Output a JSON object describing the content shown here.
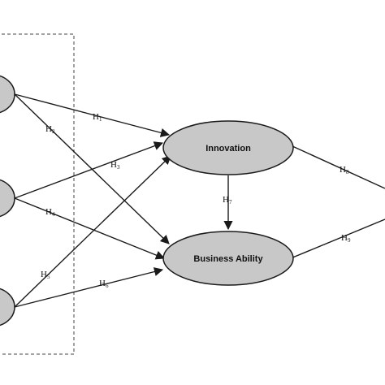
{
  "nodes": {
    "innovation": {
      "label": "Innovation"
    },
    "business_ability": {
      "label": "Business Ability"
    }
  },
  "hypotheses": [
    {
      "id": "h1",
      "letter": "H",
      "num": "1"
    },
    {
      "id": "h2",
      "letter": "H",
      "num": "2"
    },
    {
      "id": "h3",
      "letter": "H",
      "num": "3"
    },
    {
      "id": "h4",
      "letter": "H",
      "num": "4"
    },
    {
      "id": "h5",
      "letter": "H",
      "num": "5"
    },
    {
      "id": "h6",
      "letter": "H",
      "num": "6"
    },
    {
      "id": "h7",
      "letter": "H",
      "num": "7"
    },
    {
      "id": "h8",
      "letter": "H",
      "num": "8"
    },
    {
      "id": "h9",
      "letter": "H",
      "num": "9"
    }
  ],
  "colors": {
    "node_fill": "#c8c8c8",
    "stroke": "#1a1a1a"
  }
}
